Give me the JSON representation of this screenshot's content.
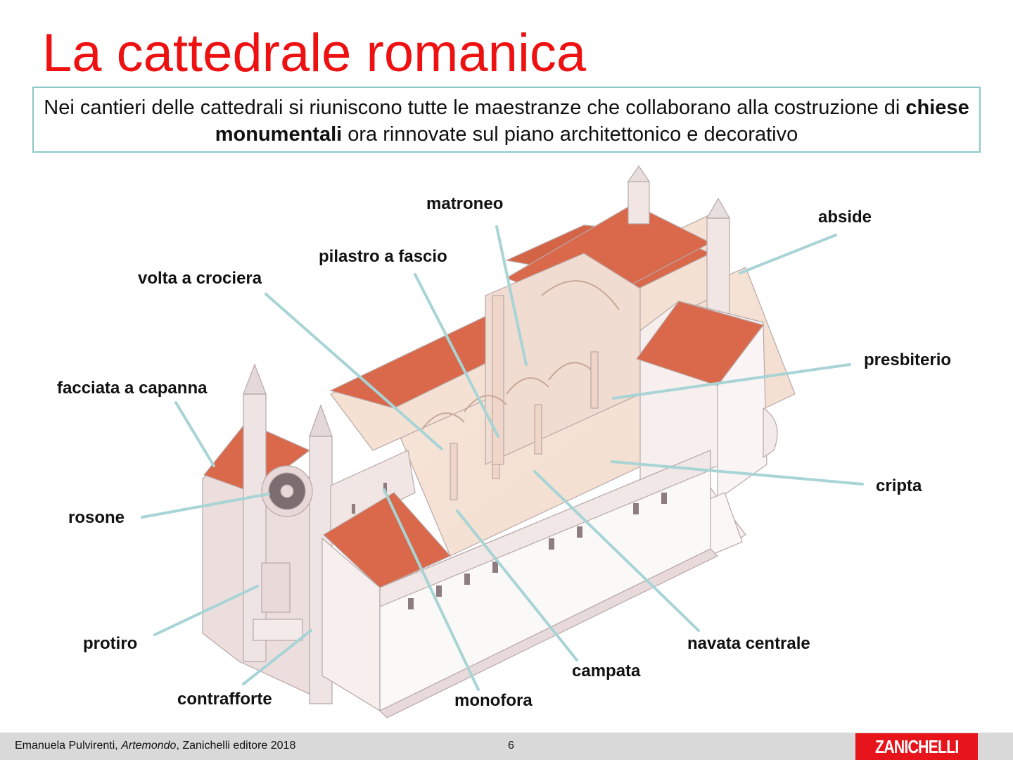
{
  "slide": {
    "title": "La cattedrale romanica",
    "intro": {
      "before_bold": "Nei cantieri delle cattedrali si riuniscono tutte le maestranze che collaborano alla costruzione di ",
      "bold": "chiese monumentali",
      "after_bold": " ora rinnovate sul piano architettonico e decorativo"
    },
    "diagram": {
      "subject": "romanesque-cathedral-cutaway-illustration",
      "labels": [
        {
          "id": "matroneo",
          "text": "matroneo"
        },
        {
          "id": "abside",
          "text": "abside"
        },
        {
          "id": "pilastro",
          "text": "pilastro a fascio"
        },
        {
          "id": "volta",
          "text": "volta a crociera"
        },
        {
          "id": "presbiterio",
          "text": "presbiterio"
        },
        {
          "id": "facciata",
          "text": "facciata a capanna"
        },
        {
          "id": "cripta",
          "text": "cripta"
        },
        {
          "id": "rosone",
          "text": "rosone"
        },
        {
          "id": "protiro",
          "text": "protiro"
        },
        {
          "id": "navata",
          "text": "navata centrale"
        },
        {
          "id": "campata",
          "text": "campata"
        },
        {
          "id": "contrafforte",
          "text": "contrafforte"
        },
        {
          "id": "monofora",
          "text": "monofora"
        }
      ],
      "leader_color": "#a8d4d6",
      "roof_color": "#d9694a",
      "wall_color": "#efe2df"
    }
  },
  "footer": {
    "author": "Emanuela Pulvirenti, ",
    "book": "Artemondo",
    "publisher": ", Zanichelli editore 2018",
    "page": "6",
    "logo": "ZANICHELLI"
  },
  "colors": {
    "title": "#ee1111",
    "box_border": "#8cc8c8",
    "footer_bg": "#d9d9d9",
    "logo_bg": "#e8141b"
  }
}
